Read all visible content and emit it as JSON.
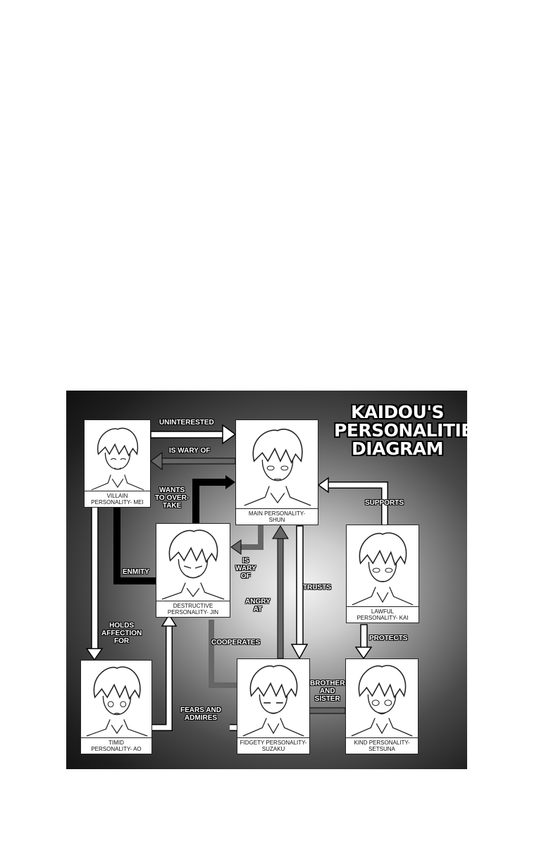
{
  "diagram": {
    "title_lines": [
      "KAIDOU'S",
      "PERSONALITIES",
      "DIAGRAM"
    ],
    "nodes": {
      "mei": [
        "VILLAIN",
        "PERSONALITY- MEI"
      ],
      "shun": [
        "MAIN PERSONALITY-",
        "SHUN"
      ],
      "jin": [
        "DESTRUCTIVE",
        "PERSONALITY- JIN"
      ],
      "kai": [
        "LAWFUL",
        "PERSONALITY- KAI"
      ],
      "ao": [
        "TIMID",
        "PERSONALITY- AO"
      ],
      "suzaku": [
        "FIDGETY PERSONALITY-",
        "SUZAKU"
      ],
      "setsuna": [
        "KIND PERSONALITY-",
        "SETSUNA"
      ]
    },
    "edges": {
      "uninterested": [
        "UNINTERESTED"
      ],
      "is_wary_of_top": [
        "IS WARY OF"
      ],
      "wants_to_overtake": [
        "WANTS",
        "TO OVER-",
        "TAKE"
      ],
      "supports": [
        "SUPPORTS"
      ],
      "enmity": [
        "ENMITY"
      ],
      "is_wary_of_mid": [
        "IS",
        "WARY",
        "OF"
      ],
      "trusts": [
        "TRUSTS"
      ],
      "angry_at": [
        "ANGRY",
        "AT"
      ],
      "holds_affection_for": [
        "HOLDS",
        "AFFECTION",
        "FOR"
      ],
      "cooperates": [
        "COOPERATES"
      ],
      "protects": [
        "PROTECTS"
      ],
      "brother_and_sister": [
        "BROTHER",
        "AND",
        "SISTER"
      ],
      "fears_and_admires": [
        "FEARS AND",
        "ADMIRES"
      ]
    }
  }
}
